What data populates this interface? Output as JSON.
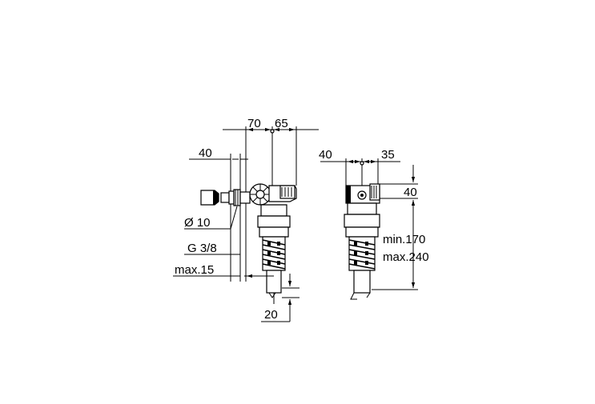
{
  "dimensions": {
    "top_70": "70",
    "top_65": "65",
    "left_40": "40",
    "dia_10": "Ø 10",
    "thread": "G 3/8",
    "max15": "max.15",
    "bottom_20": "20",
    "side_40_left": "40",
    "side_35": "35",
    "side_40_right": "40",
    "min170": "min.170",
    "max240": "max.240"
  },
  "colors": {
    "line": "#000000",
    "background": "#ffffff"
  }
}
